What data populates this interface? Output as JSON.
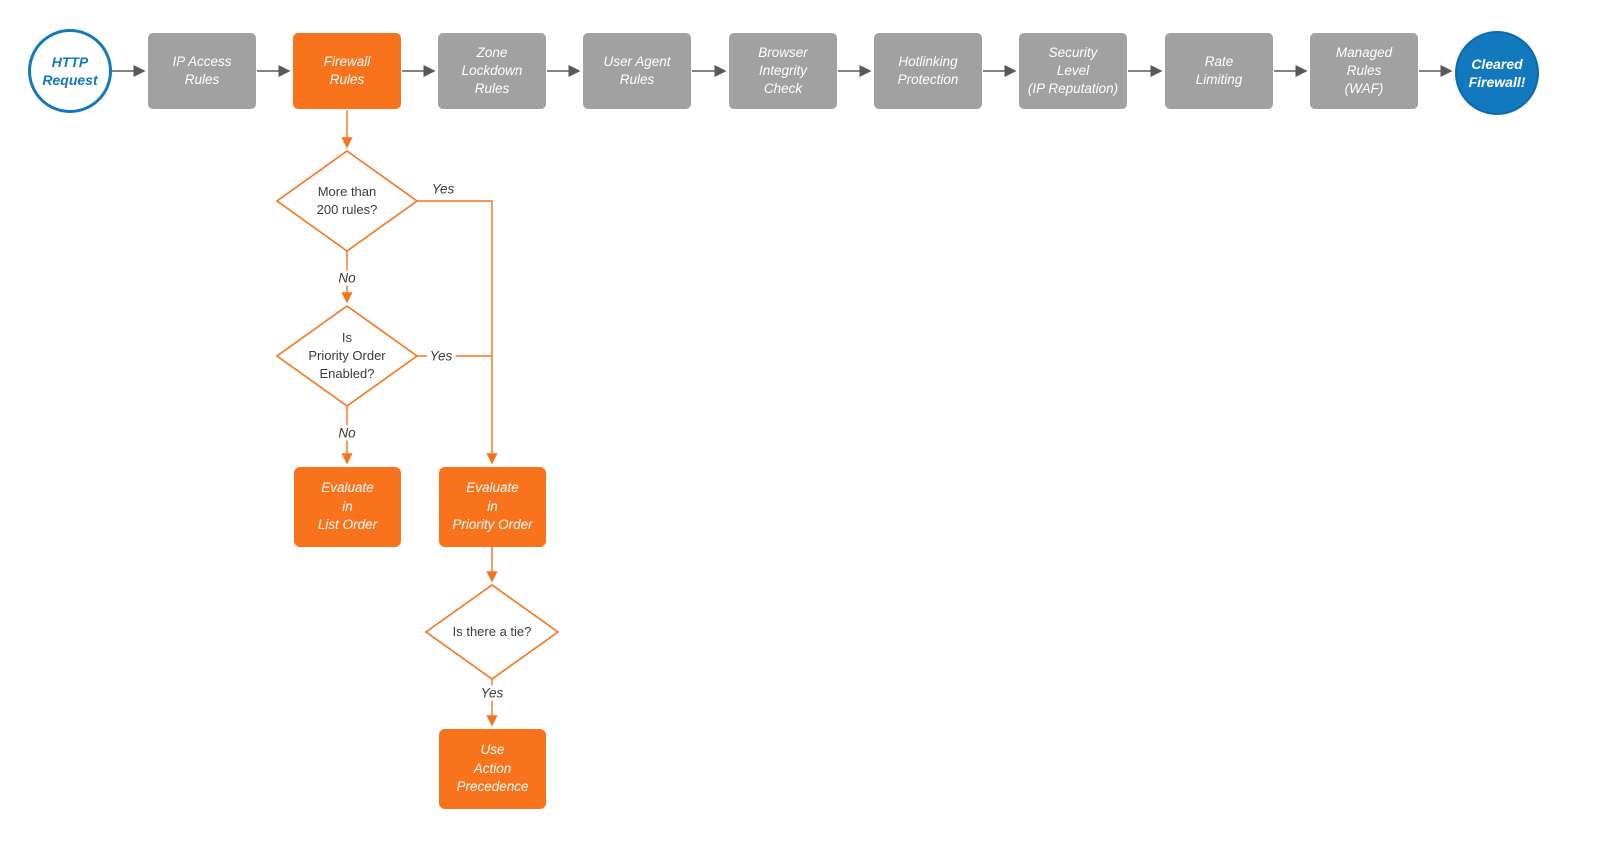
{
  "colors": {
    "orange": "#F9731D",
    "gray": "#A1A1A1",
    "blue": "#1279BF",
    "arrow_gray": "#595959",
    "text_dark": "#3B3B3B"
  },
  "flow": {
    "start": {
      "label": "HTTP\nRequest"
    },
    "steps": [
      {
        "label": "IP Access\nRules",
        "state": "gray"
      },
      {
        "label": "Firewall\nRules",
        "state": "orange"
      },
      {
        "label": "Zone\nLockdown\nRules",
        "state": "gray"
      },
      {
        "label": "User Agent\nRules",
        "state": "gray"
      },
      {
        "label": "Browser\nIntegrity\nCheck",
        "state": "gray"
      },
      {
        "label": "Hotlinking\nProtection",
        "state": "gray"
      },
      {
        "label": "Security\nLevel\n(IP Reputation)",
        "state": "gray"
      },
      {
        "label": "Rate\nLimiting",
        "state": "gray"
      },
      {
        "label": "Managed\nRules\n(WAF)",
        "state": "gray"
      }
    ],
    "end": {
      "label": "Cleared\nFirewall!"
    },
    "decisions": [
      {
        "label": "More than\n200 rules?"
      },
      {
        "label": "Is\nPriority Order\nEnabled?"
      },
      {
        "label": "Is there a tie?"
      }
    ],
    "actions": [
      {
        "label": "Evaluate\nin\nList Order"
      },
      {
        "label": "Evaluate\nin\nPriority Order"
      },
      {
        "label": "Use\nAction\nPrecedence"
      }
    ],
    "edge_labels": {
      "yes1": "Yes",
      "no1": "No",
      "yes2": "Yes",
      "no2": "No",
      "yes3": "Yes"
    }
  }
}
